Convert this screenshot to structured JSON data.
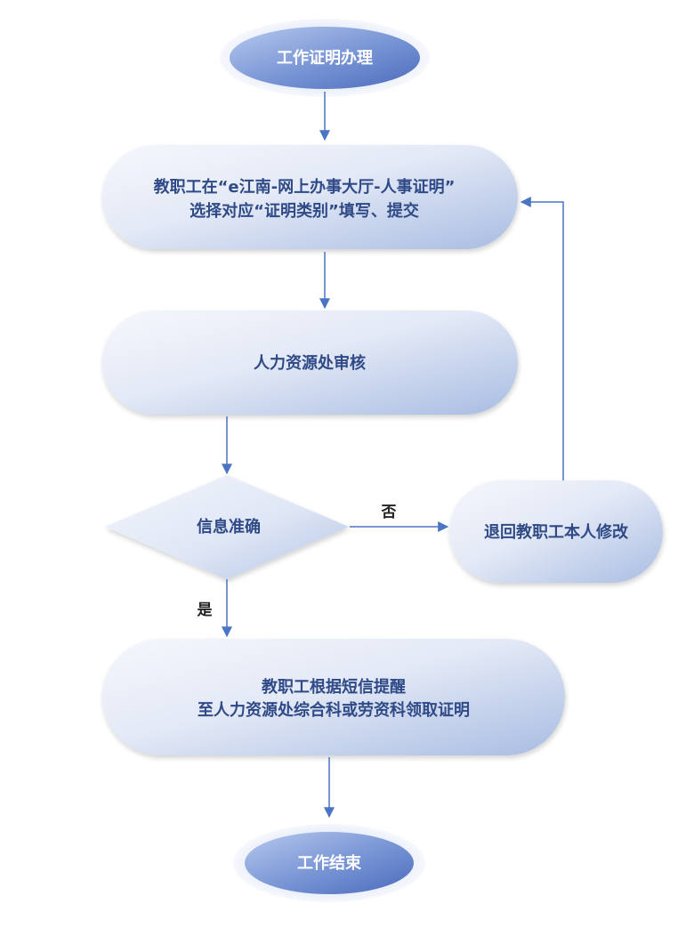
{
  "diagram": {
    "start": {
      "label": "工作证明办理"
    },
    "step_submit": {
      "line1": "教职工在“e江南-网上办事大厅-人事证明”",
      "line2": "选择对应“证明类别”填写、提交"
    },
    "step_review": {
      "label": "人力资源处审核"
    },
    "decision": {
      "label": "信息准确"
    },
    "step_return": {
      "label": "退回教职工本人修改"
    },
    "step_collect": {
      "line1": "教职工根据短信提醒",
      "line2": "至人力资源处综合科或劳资科领取证明"
    },
    "end": {
      "label": "工作结束"
    },
    "edge_labels": {
      "no": "否",
      "yes": "是"
    },
    "colors": {
      "node_fill_light": "#f0f3fb",
      "node_fill_dark": "#a9bde2",
      "terminal_dark": "#4f72c0",
      "terminal_light": "#b3c6ec",
      "connector": "#4a74c4",
      "text": "#2f4a86"
    }
  }
}
